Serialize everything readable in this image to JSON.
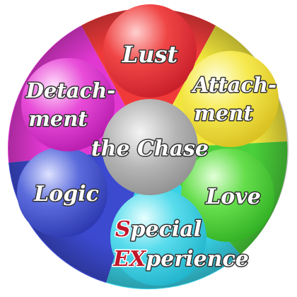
{
  "diagram": {
    "center": {
      "label": "the Chase",
      "color": "#a8a8a8"
    },
    "nodes": [
      {
        "id": "lust",
        "lines": [
          "Lust"
        ],
        "color": "#f04040"
      },
      {
        "id": "attachment",
        "lines": [
          "Attach-",
          "ment"
        ],
        "color": "#f6e84a"
      },
      {
        "id": "love",
        "lines": [
          "Love"
        ],
        "color": "#63db4a"
      },
      {
        "id": "special-experience",
        "line1_accent": "S",
        "line1_rest": "pecial",
        "line2_accent": "EX",
        "line2_rest": "perience",
        "color": "#4fd9ea",
        "accent_color": "#c0182a"
      },
      {
        "id": "logic",
        "lines": [
          "Logic"
        ],
        "color": "#5a6ad8"
      },
      {
        "id": "detachment",
        "lines": [
          "Detach-",
          "ment"
        ],
        "color": "#e64ad6"
      }
    ]
  }
}
